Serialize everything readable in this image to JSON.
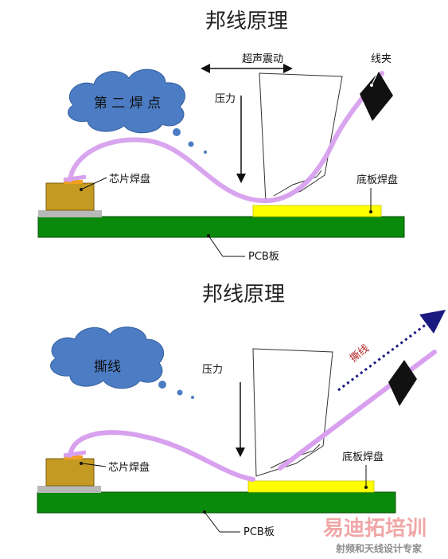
{
  "panels": [
    {
      "title": "邦线原理",
      "cloud_text": "第 二 焊 点",
      "ultrasonic_label": "超声震动",
      "pressure_label": "压力",
      "clamp_label": "线夹",
      "chip_pad_label": "芯片焊盘",
      "substrate_pad_label": "底板焊盘",
      "board_label": "PCB板"
    },
    {
      "title": "邦线原理",
      "cloud_text": "撕线",
      "pressure_label": "压力",
      "tear_label": "撕线",
      "chip_pad_label": "芯片焊盘",
      "substrate_pad_label": "底板焊盘",
      "board_label": "PCB板"
    }
  ],
  "watermark": {
    "brand": "易迪拓培训",
    "slogan": "射频和天线设计专家"
  },
  "colors": {
    "pcb": "#0a8a0a",
    "chip": "#c49a22",
    "pad": "#ffff00",
    "wire": "#d8a0ee",
    "cloud": "#4c7cc4",
    "arrow_dotted": "#1a1a80",
    "tear_text": "#b22222"
  }
}
